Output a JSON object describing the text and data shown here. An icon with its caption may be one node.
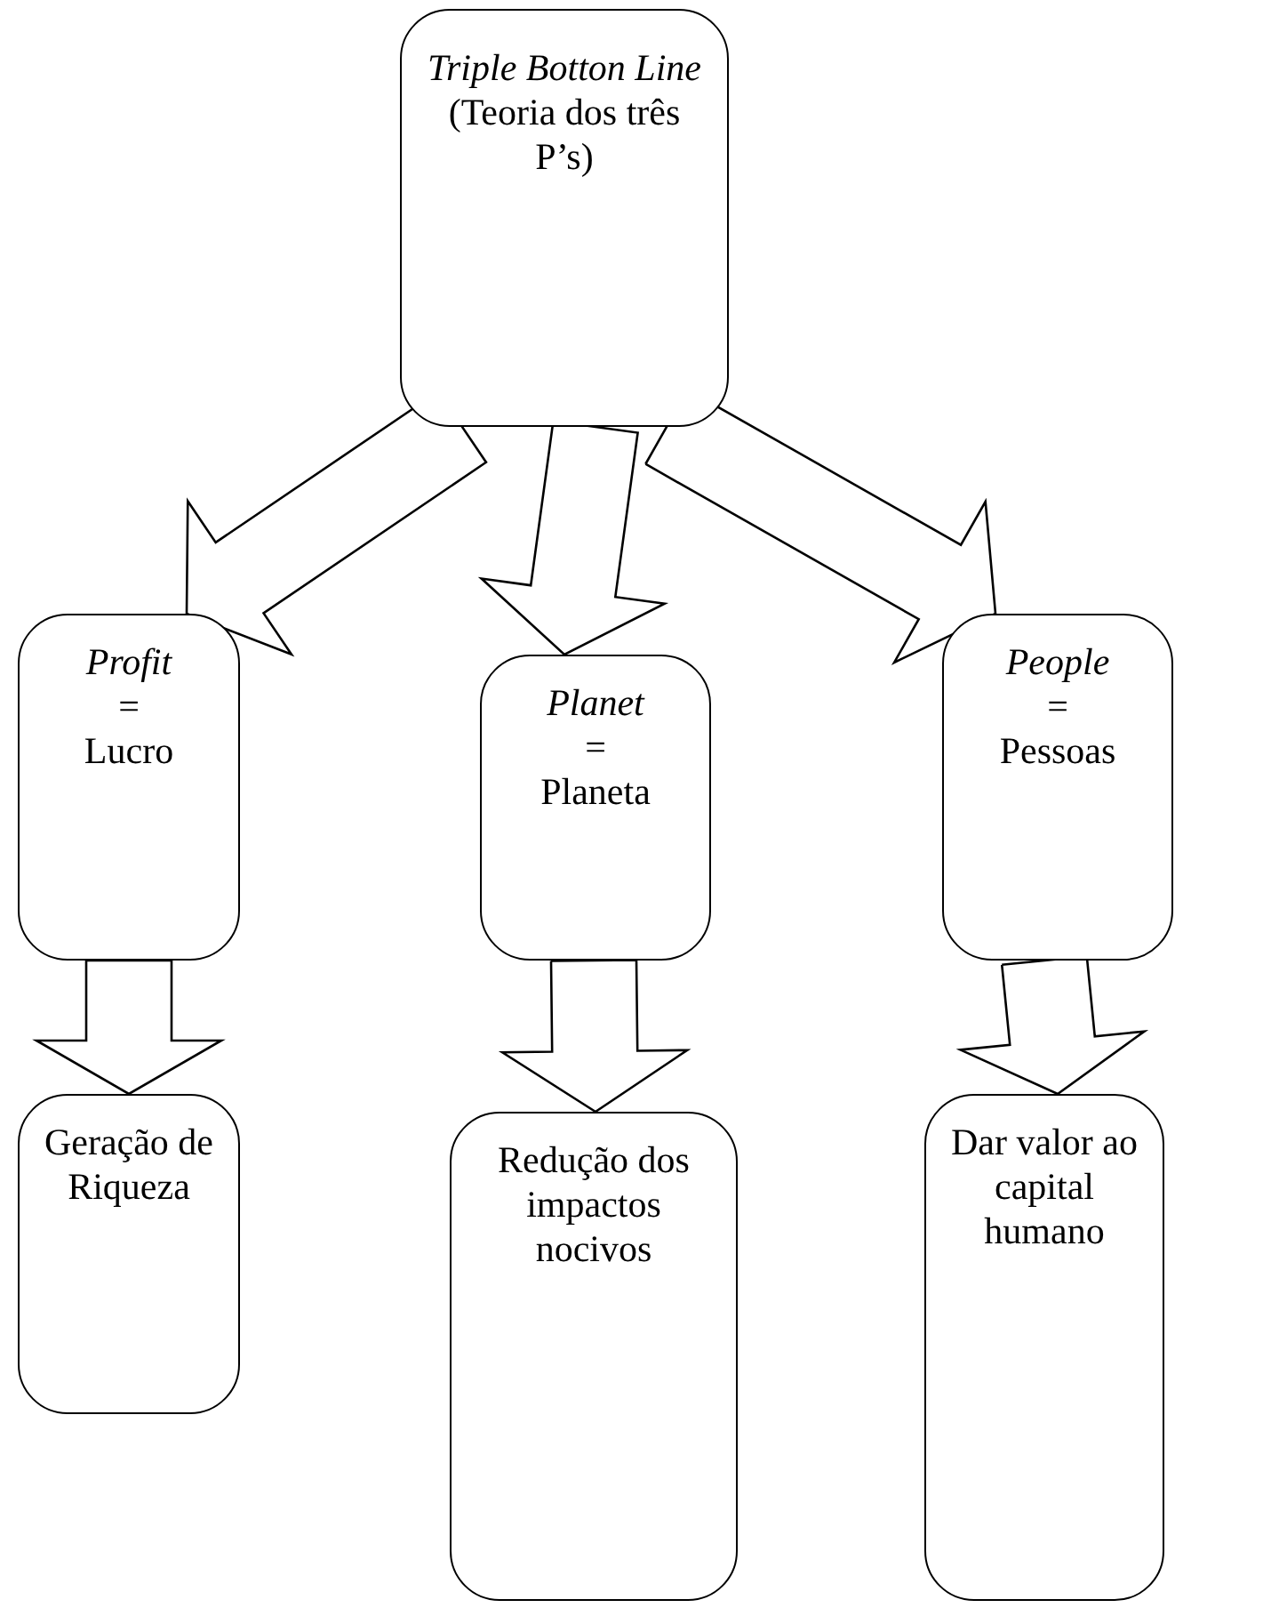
{
  "diagram": {
    "nodes": [
      {
        "text": [
          "Triple Botton Line",
          "(Teoria dos três P’s)"
        ]
      },
      {
        "text": [
          "Profit",
          "=",
          "Lucro"
        ]
      },
      {
        "text": [
          "Planet",
          "=",
          "Planeta"
        ]
      },
      {
        "text": [
          "People",
          "=",
          "Pessoas"
        ]
      },
      {
        "text": [
          "Geração de Riqueza"
        ]
      },
      {
        "text": [
          "Redução dos impactos nocivos"
        ]
      },
      {
        "text": [
          "Dar valor ao capital humano"
        ]
      }
    ],
    "edges": [
      {
        "from": 0,
        "to": 1,
        "arrow": "to"
      },
      {
        "from": 0,
        "to": 2,
        "arrow": "to"
      },
      {
        "from": 0,
        "to": 3,
        "arrow": "to"
      },
      {
        "from": 1,
        "to": 4,
        "arrow": "to"
      },
      {
        "from": 2,
        "to": 5,
        "arrow": "to"
      },
      {
        "from": 3,
        "to": 6,
        "arrow": "to"
      }
    ]
  }
}
